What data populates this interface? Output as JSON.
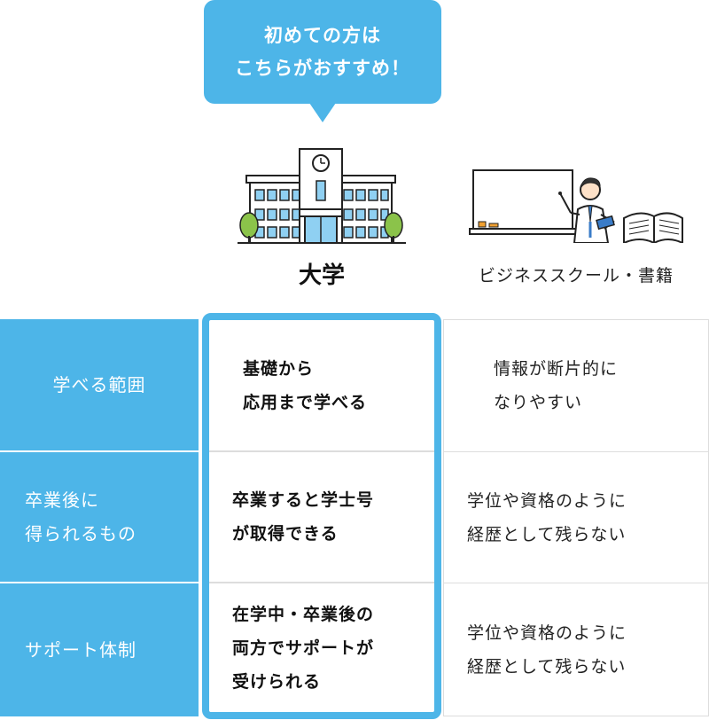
{
  "bubble": {
    "line1": "初めての方は",
    "line2": "こちらがおすすめ！"
  },
  "columns": {
    "university": "大学",
    "other": "ビジネススクール・書籍"
  },
  "icons": {
    "university": "school-building-icon",
    "other": "teacher-whiteboard-book-icon"
  },
  "colors": {
    "accent": "#4db5e8"
  },
  "rows": [
    {
      "label": "学べる範囲",
      "university": "基礎から\n応用まで学べる",
      "other": "情報が断片的に\nなりやすい"
    },
    {
      "label": "卒業後に\n得られるもの",
      "university": "卒業すると学士号\nが取得できる",
      "other": "学位や資格のように\n経歴として残らない"
    },
    {
      "label": "サポート体制",
      "university": "在学中・卒業後の\n両方でサポートが\n受けられる",
      "other": "学位や資格のように\n経歴として残らない"
    }
  ]
}
